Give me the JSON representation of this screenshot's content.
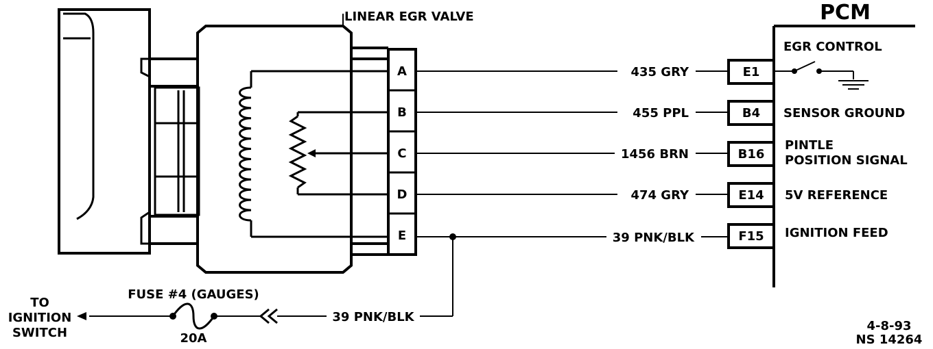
{
  "title": "LINEAR EGR VALVE",
  "pcm": {
    "title": "PCM",
    "egr_control_label": "EGR CONTROL"
  },
  "valve_pins": [
    "A",
    "B",
    "C",
    "D",
    "E"
  ],
  "circuits": [
    {
      "wire": "435 GRY",
      "terminal": "E1",
      "function": ""
    },
    {
      "wire": "455 PPL",
      "terminal": "B4",
      "function": "SENSOR GROUND"
    },
    {
      "wire": "1456 BRN",
      "terminal": "B16",
      "function": "PINTLE",
      "function_line2": "POSITION SIGNAL"
    },
    {
      "wire": "474 GRY",
      "terminal": "E14",
      "function": "5V REFERENCE"
    },
    {
      "wire": "39 PNK/BLK",
      "terminal": "F15",
      "function": "IGNITION FEED"
    }
  ],
  "fuse": {
    "label": "FUSE #4 (GAUGES)",
    "rating": "20A",
    "wire": "39 PNK/BLK"
  },
  "ignition": {
    "line1": "TO",
    "line2": "IGNITION",
    "line3": "SWITCH"
  },
  "footer": {
    "date": "4-8-93",
    "ref": "NS 14264"
  }
}
